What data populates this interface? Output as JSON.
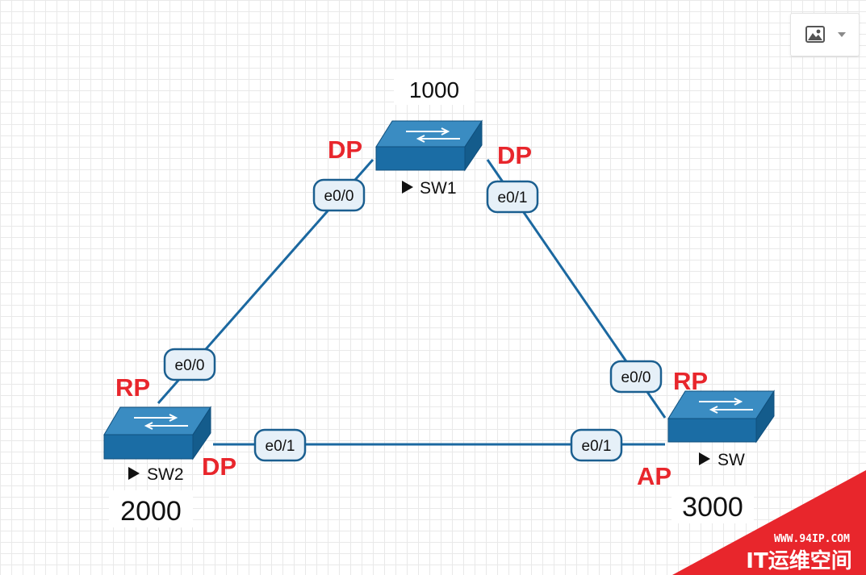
{
  "colors": {
    "link": "#1b68a0",
    "port_fill": "#e6f0f8",
    "port_stroke": "#1b5f90",
    "role_text": "#e8262c",
    "switch_top": "#3a8cc2",
    "switch_front": "#1b6da5",
    "switch_side": "#145c8c",
    "watermark": "#e8262c"
  },
  "toolbar": {
    "image_icon": "image-icon",
    "dropdown_icon": "caret-down-icon"
  },
  "switches": {
    "sw1": {
      "label": "SW1",
      "cost": "1000"
    },
    "sw2": {
      "label": "SW2",
      "cost": "2000"
    },
    "sw3": {
      "label": "SW",
      "cost": "3000"
    }
  },
  "links": {
    "sw1_sw2": {
      "port_a": "e0/0",
      "port_b": "e0/0",
      "role_a": "DP",
      "role_b": "RP"
    },
    "sw1_sw3": {
      "port_a": "e0/1",
      "port_b": "e0/0",
      "role_a": "DP",
      "role_b": "RP"
    },
    "sw2_sw3": {
      "port_a": "e0/1",
      "port_b": "e0/1",
      "role_a": "DP",
      "role_b": "AP"
    }
  },
  "watermark": {
    "url": "WWW.94IP.COM",
    "brand": "IT运维空间"
  }
}
